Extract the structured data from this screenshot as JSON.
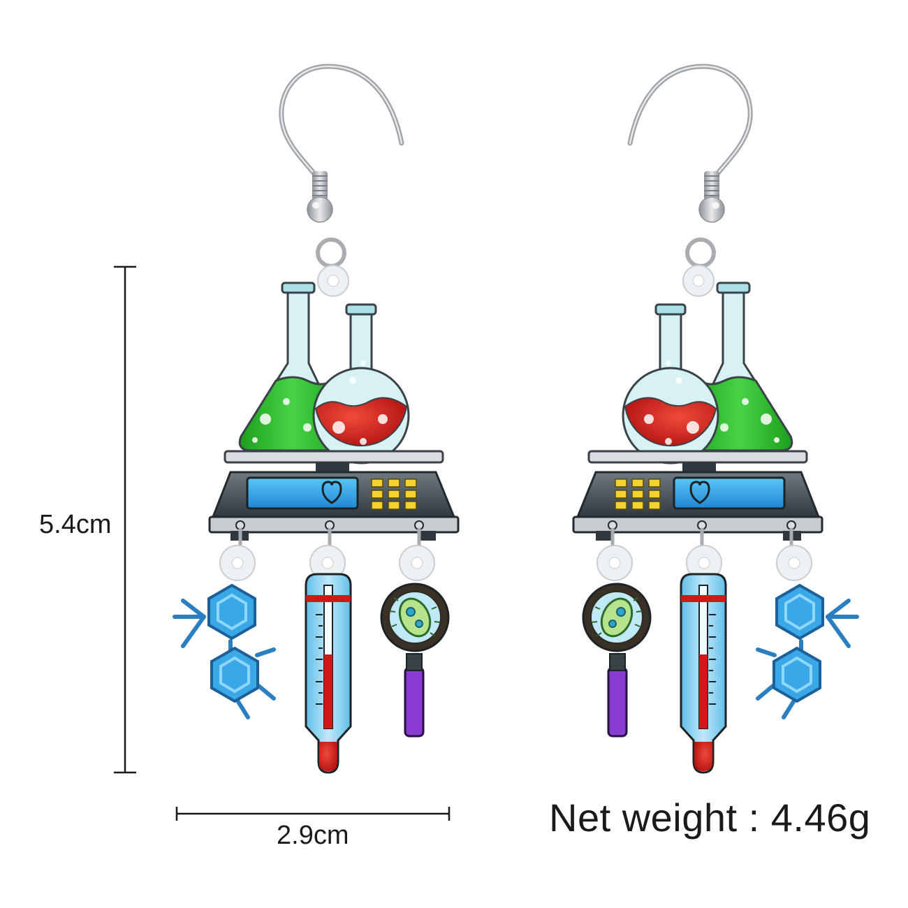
{
  "product": {
    "height_label": "5.4cm",
    "width_label": "2.9cm",
    "weight_label": "Net weight : 4.46g"
  },
  "colors": {
    "background": "#ffffff",
    "flask_green": "#2fbf2f",
    "flask_red": "#d42020",
    "glass": "#c9ecef",
    "scale_body": "#3e4a52",
    "screen_blue": "#2aa7e8",
    "keypad_yellow": "#f2d230",
    "molecule_blue": "#2a9fe0",
    "thermometer_blue": "#8fd3f2",
    "thermometer_red": "#d01818",
    "magnifier_handle": "#8a3bd1",
    "hook_silver": "#a9adb2"
  },
  "icons": [
    "ear-hook-icon",
    "erlenmeyer-flask-icon",
    "round-flask-icon",
    "lab-scale-icon",
    "molecule-icon",
    "thermometer-icon",
    "magnifier-cell-icon"
  ]
}
